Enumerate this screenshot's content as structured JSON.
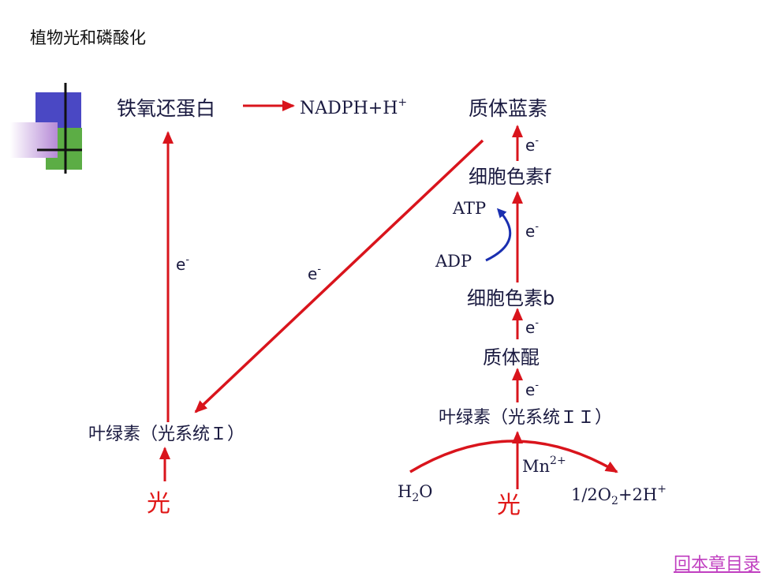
{
  "title": "植物光和磷酸化",
  "nodes": {
    "ferredoxin": "铁氧还蛋白",
    "nadph": "NADPH+H",
    "nadph_sup": "+",
    "plastocyanin": "质体蓝素",
    "cyt_f": "细胞色素f",
    "atp": "ATP",
    "adp": "ADP",
    "cyt_b": "细胞色素b",
    "plastoquinone": "质体醌",
    "chl_ps1": "叶绿素（光系统Ｉ）",
    "chl_ps2": "叶绿素（光系统ＩＩ）",
    "h2o_pre": "H",
    "h2o_sub": "2",
    "h2o_post": "O",
    "mn": "Mn",
    "mn_sup": "2+",
    "o2_pre": "1/2O",
    "o2_sub": "2",
    "o2_mid": "+2H",
    "o2_sup": "+",
    "light_left": "光",
    "light_right": "光"
  },
  "electron": {
    "symbol": "e",
    "sup": "-"
  },
  "colors": {
    "arrow_red": "#d9141c",
    "arrow_blue": "#1a2fb0",
    "text_dark": "#1a1a40",
    "light_red": "#e01818",
    "link_purple": "#c03fc0"
  },
  "link": {
    "back": "回本章目录"
  }
}
